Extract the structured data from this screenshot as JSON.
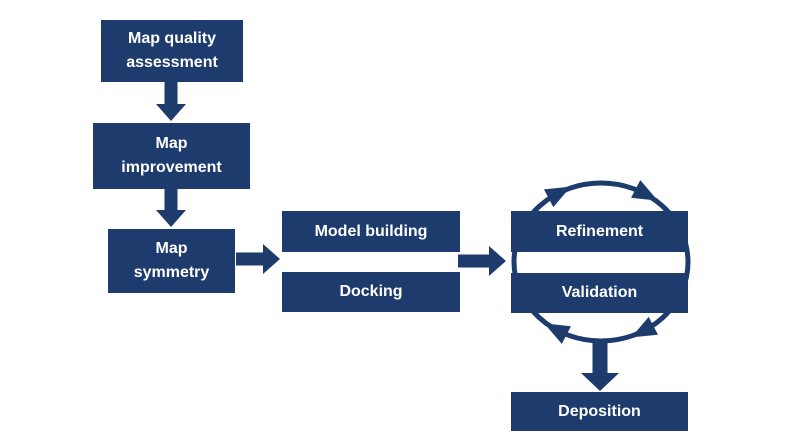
{
  "diagram": {
    "type": "flowchart",
    "background": "#ffffff",
    "nodes": {
      "map_quality": {
        "label": "Map quality assessment"
      },
      "map_improvement": {
        "label": "Map improvement"
      },
      "map_symmetry": {
        "label": "Map symmetry"
      },
      "model_building": {
        "label": "Model building"
      },
      "docking": {
        "label": "Docking"
      },
      "refinement": {
        "label": "Refinement"
      },
      "validation": {
        "label": "Validation"
      },
      "deposition": {
        "label": "Deposition"
      }
    },
    "edges": [
      {
        "from": "map_quality",
        "to": "map_improvement",
        "style": "straight-down"
      },
      {
        "from": "map_improvement",
        "to": "map_symmetry",
        "style": "straight-down"
      },
      {
        "from": "map_symmetry",
        "to": "model_building_docking",
        "style": "straight-right"
      },
      {
        "from": "model_building_docking",
        "to": "refinement_validation",
        "style": "straight-right"
      },
      {
        "from": "refinement",
        "to": "validation",
        "style": "clockwise-cycle"
      },
      {
        "from": "refinement_validation_cycle",
        "to": "deposition",
        "style": "straight-down"
      }
    ],
    "colors": {
      "node_fill": "#1e3b6d",
      "node_text": "#ffffff",
      "arrow": "#1e3b6d"
    }
  }
}
